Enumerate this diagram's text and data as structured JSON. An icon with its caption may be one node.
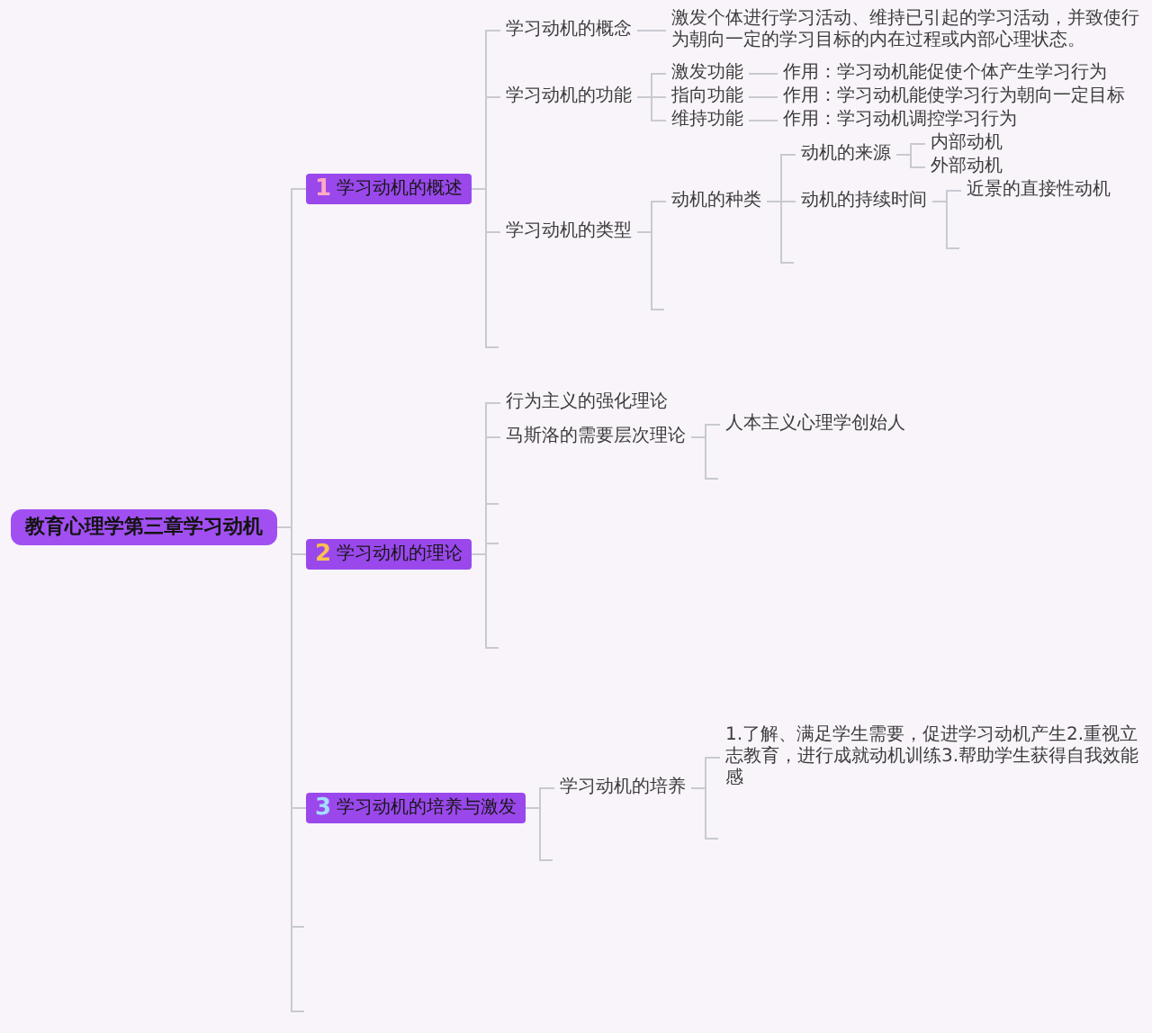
{
  "diagram": {
    "nodes": [
      {
        "text": [
          "教育心理学第三章学习动机"
        ]
      },
      {
        "text": [
          "1",
          "学习动机的概述"
        ]
      },
      {
        "text": [
          "学习动机的概念"
        ]
      },
      {
        "text": [
          "激发个体进行学习活动、维持已引起的学习活动，并致使行为朝向一定的学习目标的内在过程或内部心理状态。"
        ]
      },
      {
        "text": [
          "学习动机的功能"
        ]
      },
      {
        "text": [
          "激发功能"
        ]
      },
      {
        "text": [
          "作用：学习动机能促使个体产生学习行为"
        ]
      },
      {
        "text": [
          "指向功能"
        ]
      },
      {
        "text": [
          "作用：学习动机能使学习行为朝向一定目标"
        ]
      },
      {
        "text": [
          "维持功能"
        ]
      },
      {
        "text": [
          "作用：学习动机调控学习行为"
        ]
      },
      {
        "text": [
          "学习动机的类型"
        ]
      },
      {
        "text": [
          "动机的种类"
        ]
      },
      {
        "text": [
          "动机的来源"
        ]
      },
      {
        "text": [
          "内部动机"
        ]
      },
      {
        "text": [
          "外部动机"
        ]
      },
      {
        "text": [
          "动机的持续时间"
        ]
      },
      {
        "text": [
          "近景的直接性动机"
        ]
      },
      {
        "text": [
          "2",
          "学习动机的理论"
        ]
      },
      {
        "text": [
          "行为主义的强化理论"
        ]
      },
      {
        "text": [
          "马斯洛的需要层次理论"
        ]
      },
      {
        "text": [
          "人本主义心理学创始人"
        ]
      },
      {
        "text": [
          "3",
          "学习动机的培养与激发"
        ]
      },
      {
        "text": [
          "学习动机的培养"
        ]
      },
      {
        "text": [
          "1.了解、满足学生需要，促进学习动机产生2.重视立志教育，进行成就动机训练3.帮助学生获得自我效能感"
        ]
      }
    ],
    "edges": [
      {
        "from": 0,
        "to": 1,
        "arrow": "none"
      },
      {
        "from": 0,
        "to": 18,
        "arrow": "none"
      },
      {
        "from": 0,
        "to": 22,
        "arrow": "none"
      },
      {
        "from": 0,
        "to": null,
        "arrow": "none"
      },
      {
        "from": 0,
        "to": null,
        "arrow": "none"
      },
      {
        "from": 1,
        "to": 2,
        "arrow": "none"
      },
      {
        "from": 1,
        "to": 4,
        "arrow": "none"
      },
      {
        "from": 1,
        "to": 11,
        "arrow": "none"
      },
      {
        "from": 1,
        "to": null,
        "arrow": "none"
      },
      {
        "from": 2,
        "to": 3,
        "arrow": "none"
      },
      {
        "from": 4,
        "to": 5,
        "arrow": "none"
      },
      {
        "from": 4,
        "to": 7,
        "arrow": "none"
      },
      {
        "from": 4,
        "to": 9,
        "arrow": "none"
      },
      {
        "from": 5,
        "to": 6,
        "arrow": "none"
      },
      {
        "from": 7,
        "to": 8,
        "arrow": "none"
      },
      {
        "from": 9,
        "to": 10,
        "arrow": "none"
      },
      {
        "from": 11,
        "to": 12,
        "arrow": "none"
      },
      {
        "from": 11,
        "to": null,
        "arrow": "none"
      },
      {
        "from": 12,
        "to": 13,
        "arrow": "none"
      },
      {
        "from": 12,
        "to": 16,
        "arrow": "none"
      },
      {
        "from": 12,
        "to": null,
        "arrow": "none"
      },
      {
        "from": 13,
        "to": 14,
        "arrow": "none"
      },
      {
        "from": 13,
        "to": 15,
        "arrow": "none"
      },
      {
        "from": 16,
        "to": 17,
        "arrow": "none"
      },
      {
        "from": 16,
        "to": null,
        "arrow": "none"
      },
      {
        "from": 18,
        "to": 19,
        "arrow": "none"
      },
      {
        "from": 18,
        "to": 20,
        "arrow": "none"
      },
      {
        "from": 18,
        "to": null,
        "arrow": "none"
      },
      {
        "from": 18,
        "to": null,
        "arrow": "none"
      },
      {
        "from": 18,
        "to": null,
        "arrow": "none"
      },
      {
        "from": 20,
        "to": 21,
        "arrow": "none"
      },
      {
        "from": 20,
        "to": null,
        "arrow": "none"
      },
      {
        "from": 22,
        "to": 23,
        "arrow": "none"
      },
      {
        "from": 22,
        "to": null,
        "arrow": "none"
      },
      {
        "from": 23,
        "to": 24,
        "arrow": "none"
      },
      {
        "from": 23,
        "to": null,
        "arrow": "none"
      }
    ]
  }
}
